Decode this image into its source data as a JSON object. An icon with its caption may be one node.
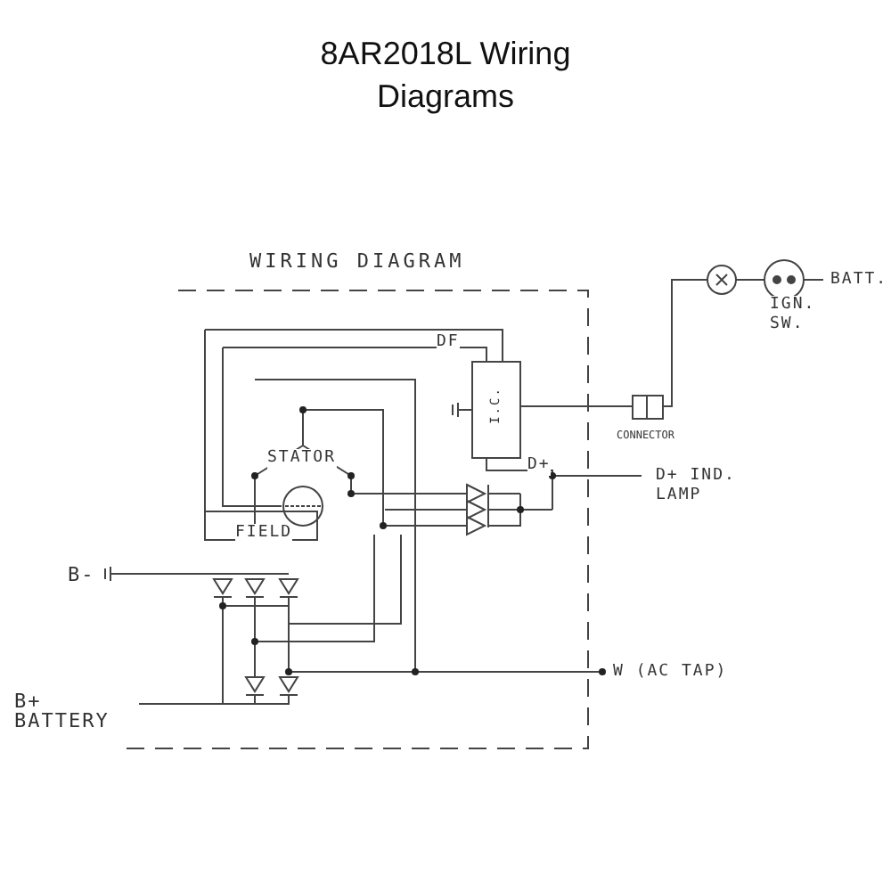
{
  "diagram": {
    "title": "8AR2018L Wiring Diagrams",
    "labels": [
      "WIRING DIAGRAM",
      "BATT.",
      "IGN. SW.",
      "DF",
      "I.C.",
      "CONNECTOR",
      "STATOR",
      "D+",
      "D+ IND. LAMP",
      "FIELD",
      "B-",
      "W (AC TAP)",
      "B+ BATTERY"
    ]
  }
}
